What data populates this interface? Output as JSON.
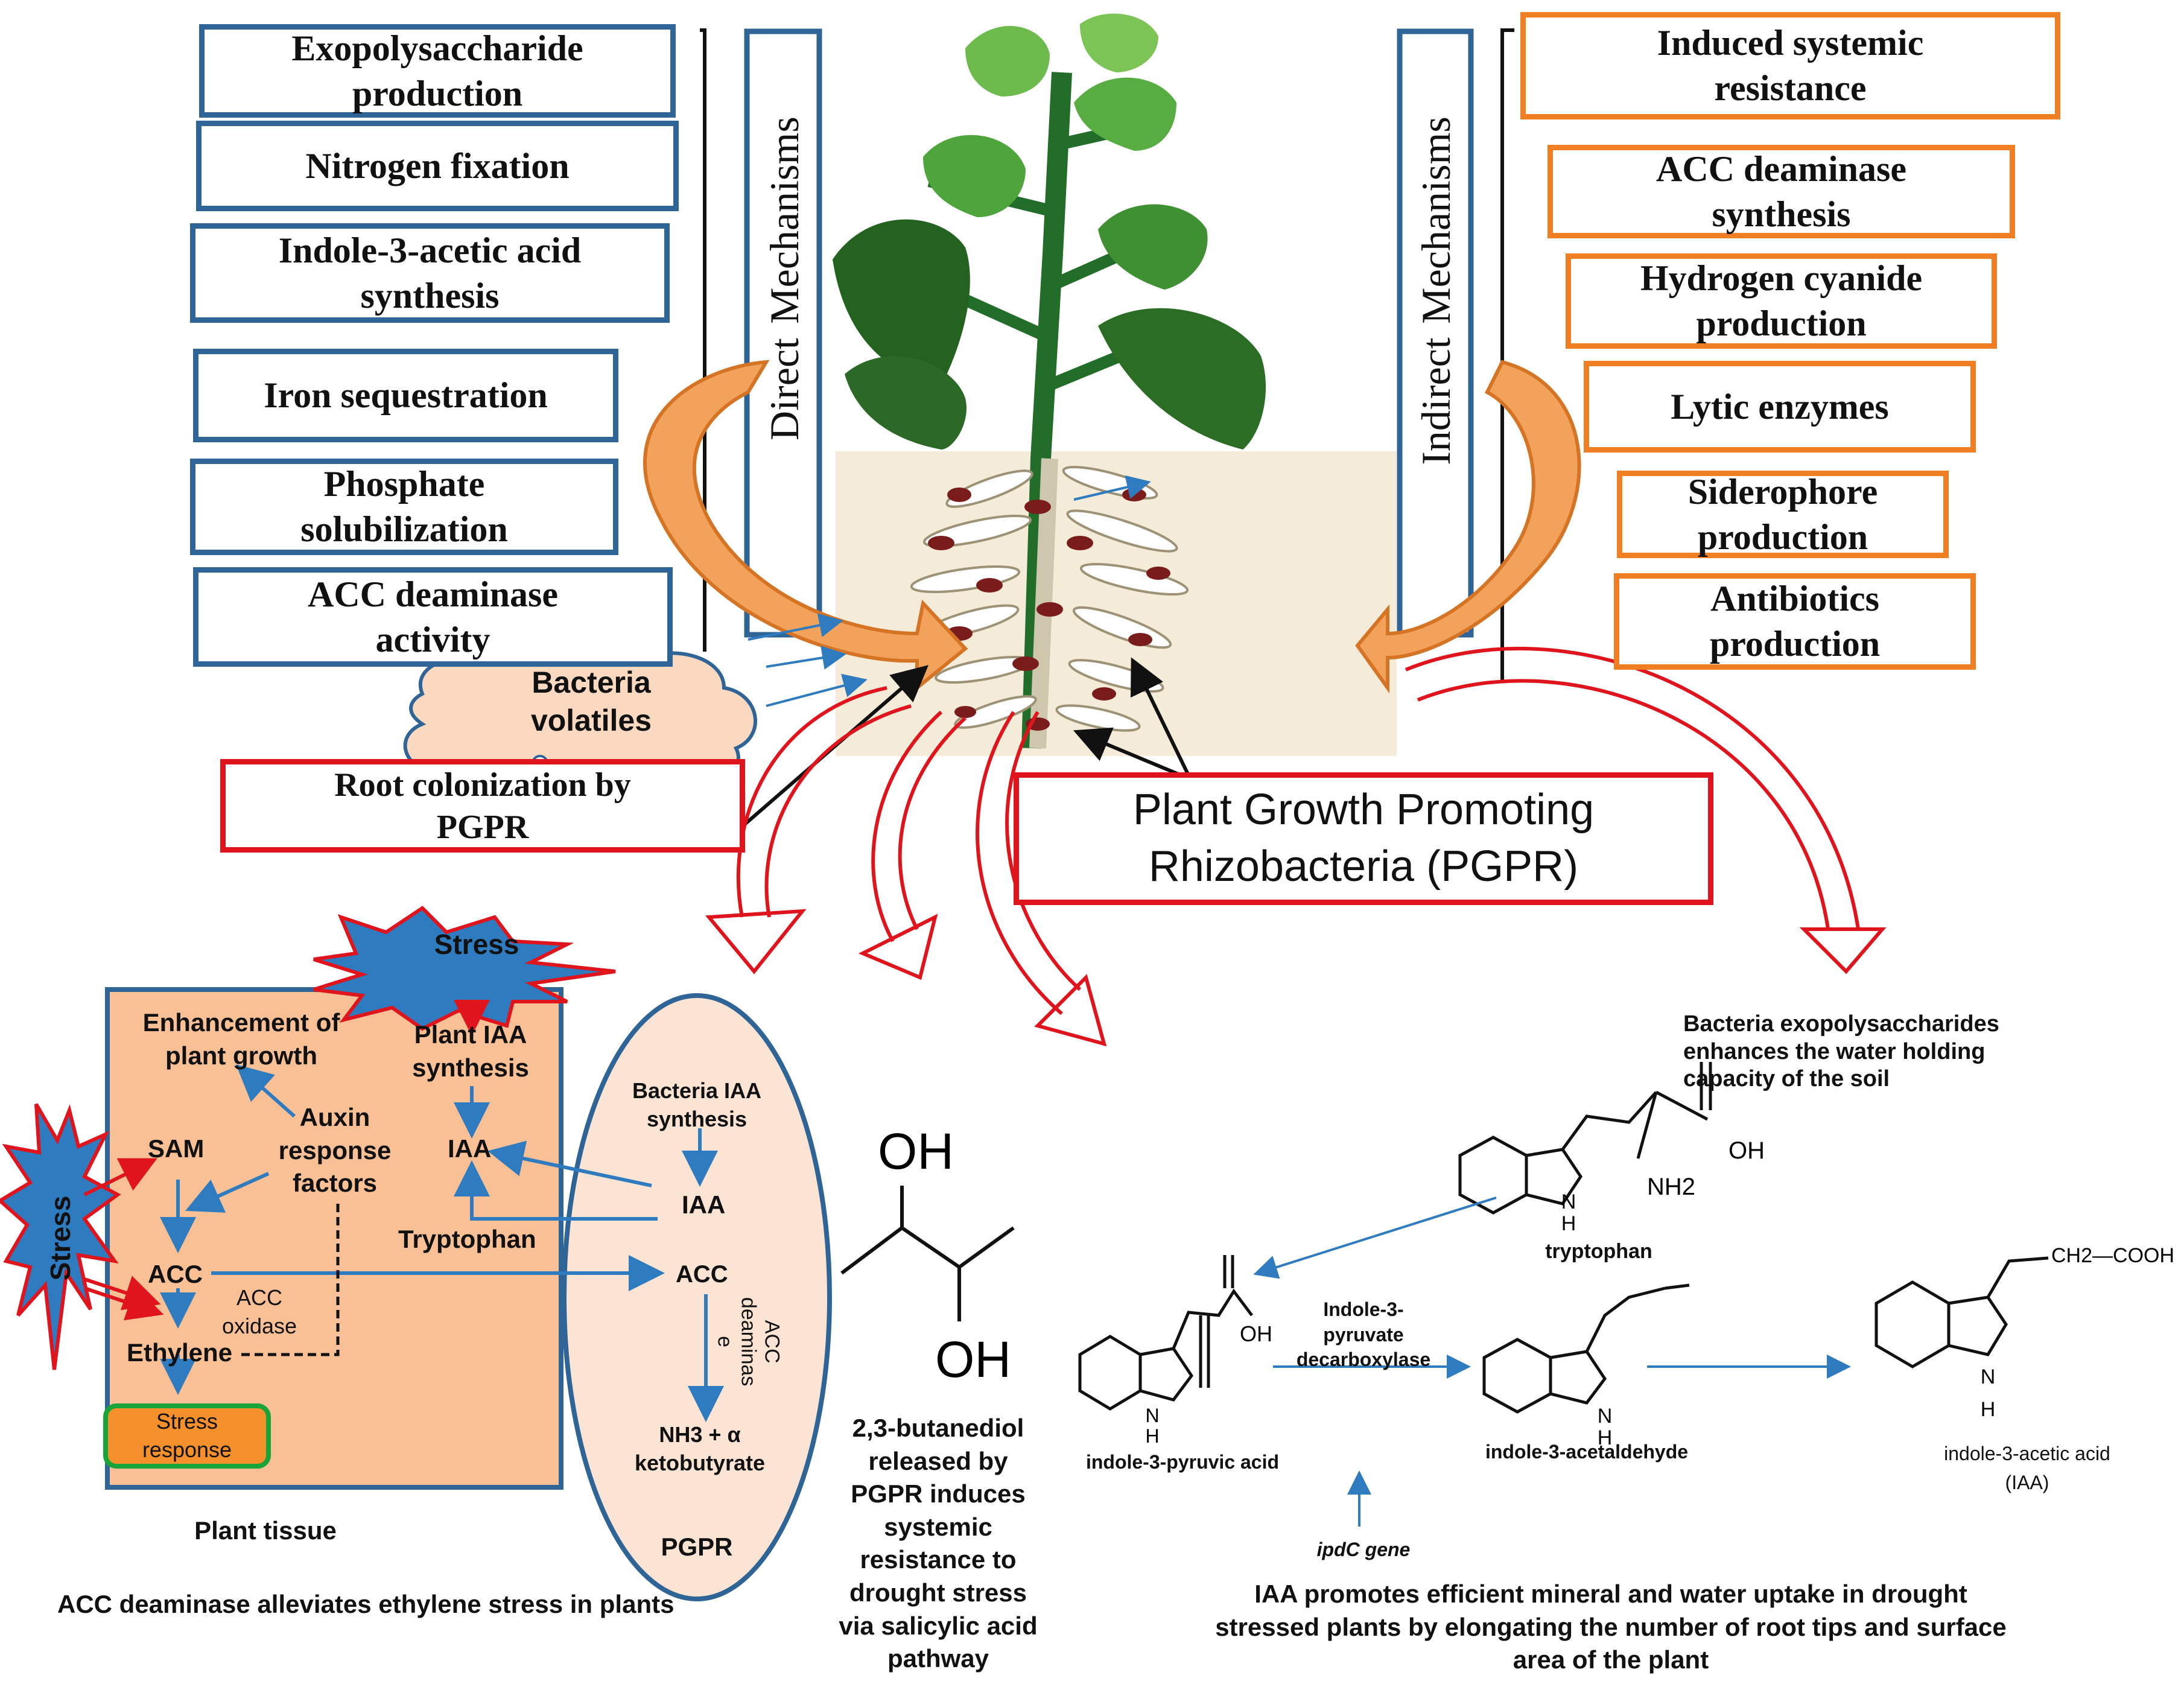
{
  "direct": {
    "label_direct": "Direct",
    "label_mechanisms": "Mechanisms",
    "items": [
      "Exopolysaccharide\nproduction",
      "Nitrogen fixation",
      "Indole-3-acetic acid\nsynthesis",
      "Iron sequestration",
      "Phosphate\nsolubilization",
      "ACC deaminase\nactivity"
    ]
  },
  "indirect": {
    "label_indirect": "Indirect",
    "label_mechanisms": "Mechanisms",
    "items": [
      "Induced systemic\nresistance",
      "ACC deaminase\nsynthesis",
      "Hydrogen cyanide\nproduction",
      "Lytic enzymes",
      "Siderophore\nproduction",
      "Antibiotics\nproduction"
    ]
  },
  "volatiles": "Bacteria\nvolatiles",
  "root_colonization": "Root colonization by\nPGPR",
  "pgpr_title": "Plant Growth Promoting\nRhizobacteria (PGPR)",
  "acc_panel": {
    "stress_top": "Stress",
    "stress_side": "Stress",
    "enhancement": "Enhancement of\nplant growth",
    "plant_iaa": "Plant IAA\nsynthesis",
    "auxin": "Auxin\nresponse\nfactors",
    "sam": "SAM",
    "iaa_plant": "IAA",
    "tryptophan": "Tryptophan",
    "acc_plant": "ACC",
    "acc_oxidase": "ACC\noxidase",
    "ethylene": "Ethylene",
    "stress_response": "Stress\nresponse",
    "plant_tissue": "Plant tissue",
    "bacteria_iaa": "Bacteria IAA\nsynthesis",
    "iaa_bact": "IAA",
    "acc_bact": "ACC",
    "acc_deaminase": "ACC\ndeaminas\ne",
    "products": "NH3 + α\nketobutyrate",
    "pgpr": "PGPR",
    "caption": "ACC deaminase alleviates ethylene stress in plants"
  },
  "butanediol": {
    "oh_top": "OH",
    "oh_bottom": "OH",
    "caption": "2,3-butanediol\nreleased by\nPGPR induces\nsystemic\nresistance to\ndrought stress\nvia salicylic acid\npathway"
  },
  "iaa_pathway": {
    "eps_note": "Bacteria exopolysaccharides\nenhances the water holding\ncapacity of the soil",
    "oh": "OH",
    "nh2": "NH2",
    "nh": "N\nH",
    "tryptophan": "tryptophan",
    "pyruvic": "indole-3-pyruvic acid",
    "enzyme": "Indole-3-\npyruvate\ndecarboxylase",
    "gene": "ipdC gene",
    "acetaldehyde": "indole-3-acetaldehyde",
    "iaa_name": "indole-3-acetic acid\n(IAA)",
    "cooh": "CH2—COOH",
    "caption": "IAA promotes efficient mineral and water uptake in drought\nstressed plants by elongating the number of root tips and surface\narea of the plant"
  }
}
